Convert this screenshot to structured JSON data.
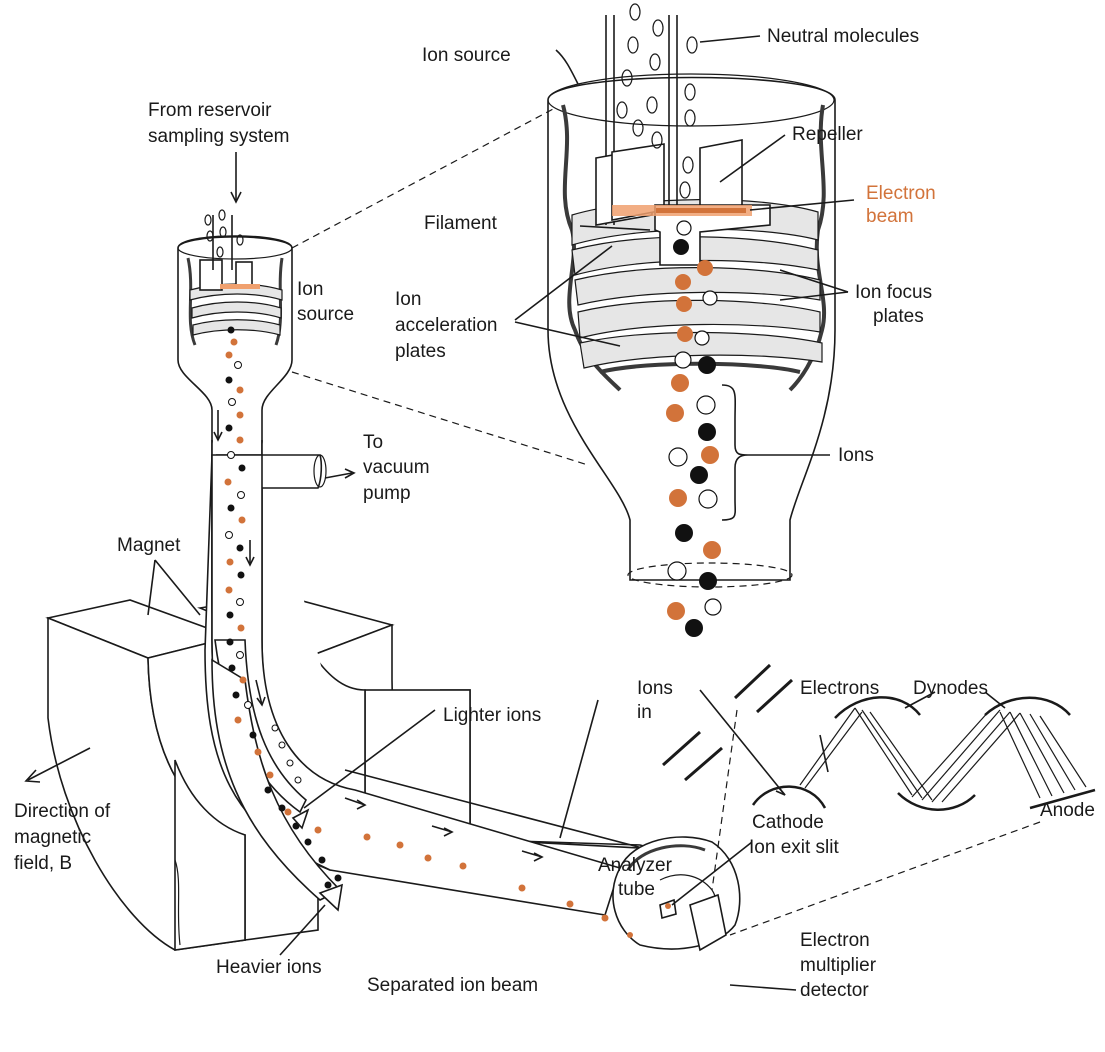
{
  "labels": {
    "neutral_molecules": "Neutral molecules",
    "ion_source_top": "Ion source",
    "repeller": "Repeller",
    "electron_beam_1": "Electron",
    "electron_beam_2": "beam",
    "filament": "Filament",
    "ion_accel_1": "Ion",
    "ion_accel_2": "acceleration",
    "ion_accel_3": "plates",
    "ion_focus_1": "Ion focus",
    "ion_focus_2": "plates",
    "ions": "Ions",
    "from_reservoir_1": "From reservoir",
    "from_reservoir_2": "sampling system",
    "ion_source_left_1": "Ion",
    "ion_source_left_2": "source",
    "to_vacuum_1": "To",
    "to_vacuum_2": "vacuum",
    "to_vacuum_3": "pump",
    "magnet": "Magnet",
    "direction_1": "Direction of",
    "direction_2": "magnetic",
    "direction_3": "field, B",
    "lighter_ions": "Lighter ions",
    "heavier_ions": "Heavier ions",
    "analyzer_1": "Analyzer",
    "analyzer_2": "tube",
    "separated_beam": "Separated ion beam",
    "ion_exit_slit": "Ion exit slit",
    "electron_mult_1": "Electron",
    "electron_mult_2": "multiplier",
    "electron_mult_3": "detector",
    "ions_in_1": "Ions",
    "ions_in_2": "in",
    "electrons": "Electrons",
    "dynodes": "Dynodes",
    "cathode": "Cathode",
    "anode": "Anode"
  },
  "colors": {
    "ion_orange": "#d2733a",
    "ion_black": "#111111",
    "plate_gray": "#e6e6e6",
    "line": "#1a1a1a"
  }
}
